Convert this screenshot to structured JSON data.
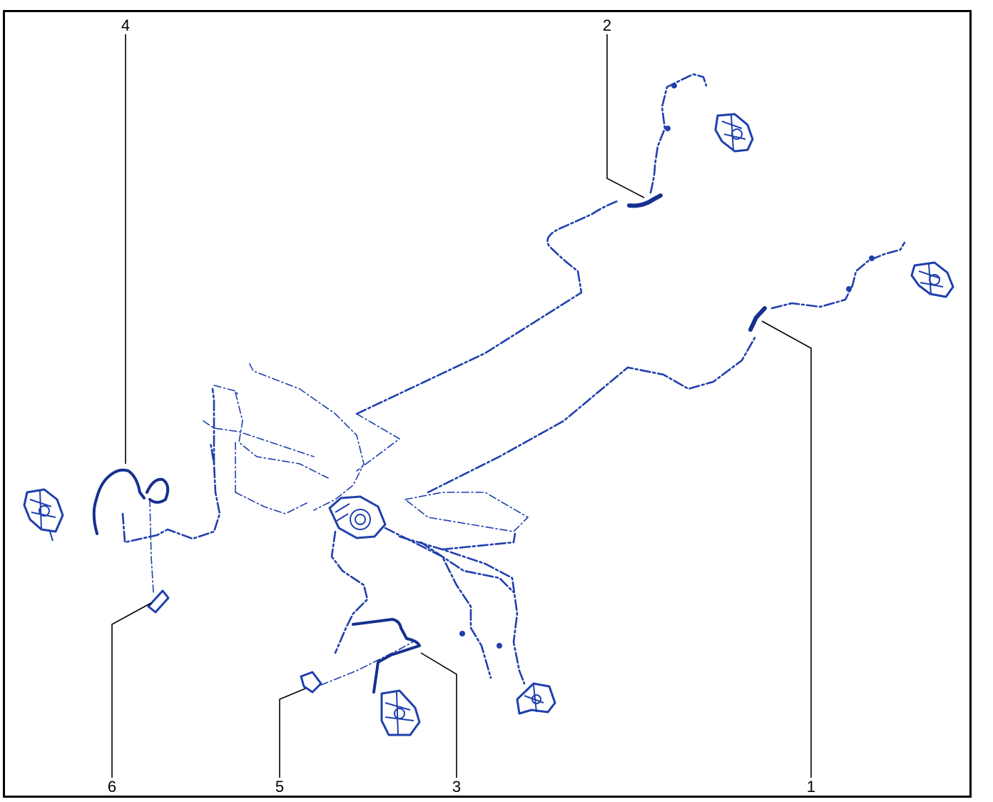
{
  "colors": {
    "line_art": "#1f3fae",
    "line_art_dark": "#16308f",
    "leader": "#000000",
    "frame": "#000000",
    "background": "#ffffff"
  },
  "callouts": [
    {
      "id": "1",
      "label": "1"
    },
    {
      "id": "2",
      "label": "2"
    },
    {
      "id": "3",
      "label": "3"
    },
    {
      "id": "4",
      "label": "4"
    },
    {
      "id": "5",
      "label": "5"
    },
    {
      "id": "6",
      "label": "6"
    }
  ]
}
